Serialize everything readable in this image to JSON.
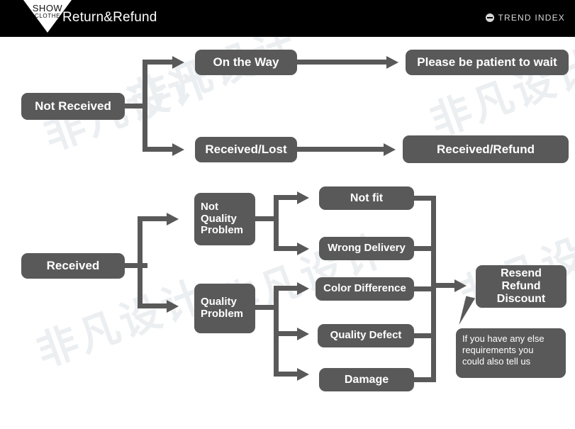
{
  "header": {
    "logo_primary": "SHOW",
    "logo_secondary": "CLOTHE",
    "title": "Return&Refund",
    "brand_right": "TREND INDEX",
    "bg_color": "#000000",
    "text_color": "#ffffff"
  },
  "theme": {
    "node_fill": "#595959",
    "node_text": "#ffffff",
    "canvas_bg": "#ffffff",
    "watermark_color": "#eceff1"
  },
  "watermarks": [
    "非凡设计",
    "非凡设计",
    "非凡设计",
    "非凡设计",
    "非凡设计",
    "非凡设计"
  ],
  "flow_top": {
    "root": "Not Received",
    "branches": [
      {
        "status": "On the Way",
        "outcome": "Please be patient to wait"
      },
      {
        "status": "Received/Lost",
        "outcome": "Received/Refund"
      }
    ]
  },
  "flow_bottom": {
    "root": "Received",
    "categories": [
      {
        "label": "Not\nQuality\nProblem",
        "reasons": [
          "Not fit",
          "Wrong Delivery"
        ]
      },
      {
        "label": "Quality\nProblem",
        "reasons": [
          "Color Difference",
          "Quality Defect",
          "Damage"
        ]
      }
    ],
    "reasons_all": [
      "Not fit",
      "Wrong Delivery",
      "Color Difference",
      "Quality Defect",
      "Damage"
    ],
    "resolution": "Resend\nRefund\nDiscount",
    "callout": "If you have any else\nrequirements you\ncould also tell us"
  }
}
